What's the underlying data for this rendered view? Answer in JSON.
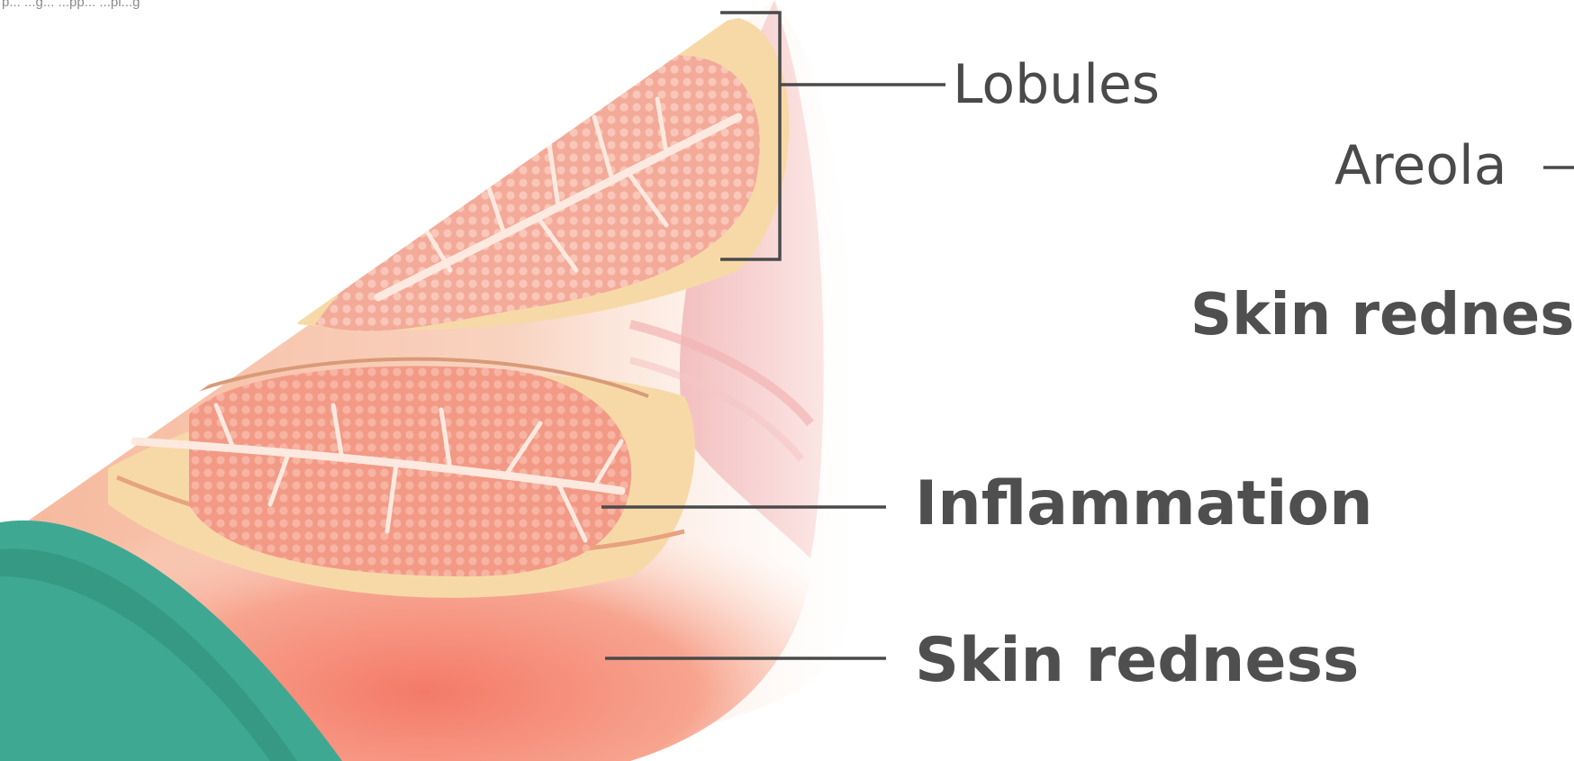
{
  "caption": "p... ...g... ...pp... ...pi...g",
  "labels": {
    "lobules": "Lobules",
    "areola": "Areola",
    "skin_redness_right": "Skin redness",
    "inflammation": "Inflammation",
    "skin_redness_bottom": "Skin redness"
  },
  "colors": {
    "teal_accent": "#3fa893",
    "skin_peach": "#f4c9a6",
    "skin_redness": "#f58a7a",
    "lobule_tissue": "#f29a86",
    "duct_lines": "#fbe9dc",
    "fat_tissue": "#f7d9a8",
    "label_text": "#4a4a4a",
    "leader_lines": "#4a4a4a"
  }
}
